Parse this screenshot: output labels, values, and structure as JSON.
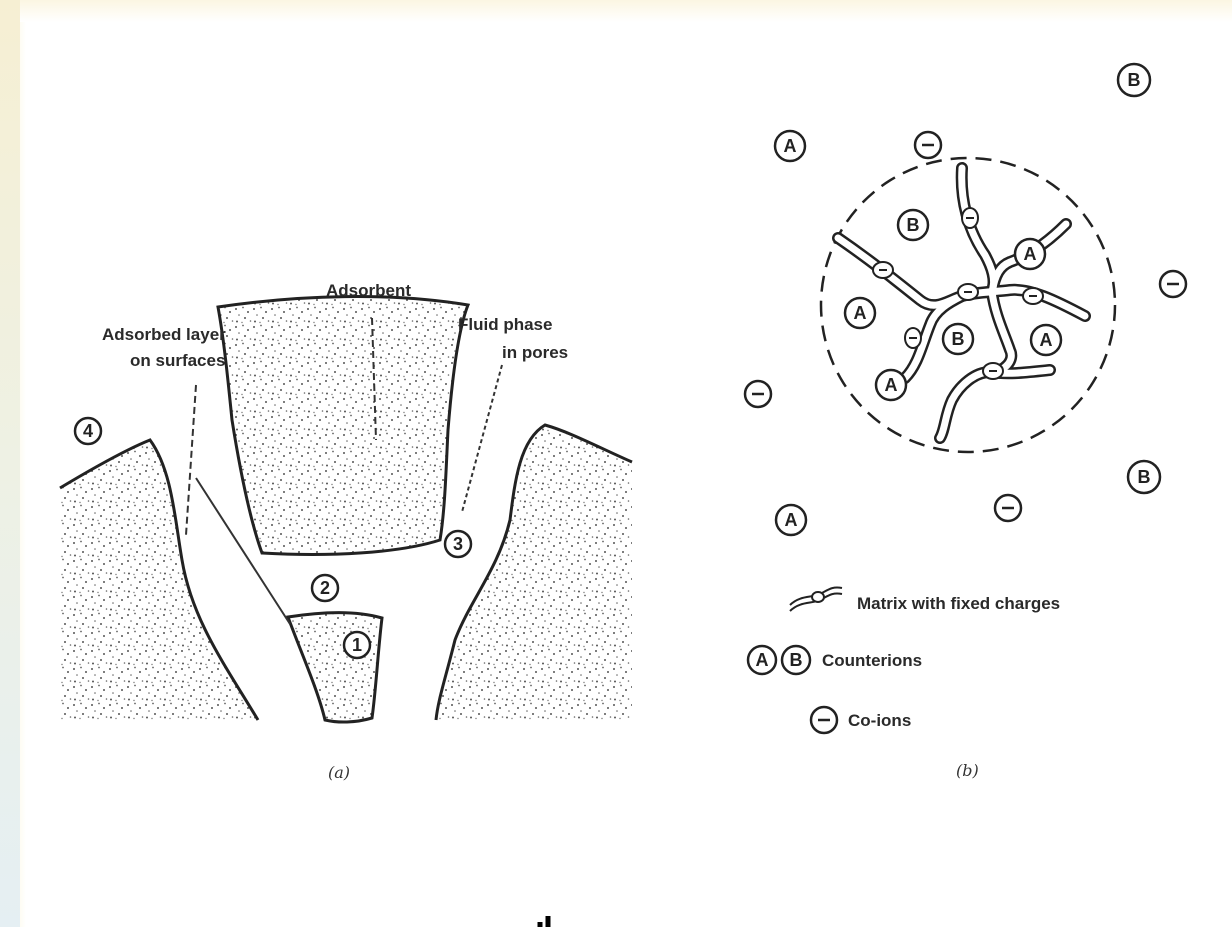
{
  "panel_a": {
    "labels": {
      "adsorbent": "Adsorbent",
      "adsorbed_line1": "Adsorbed layer",
      "adsorbed_line2": "on surfaces",
      "fluid_line1": "Fluid phase",
      "fluid_line2": "in pores"
    },
    "markers": [
      "1",
      "2",
      "3",
      "4"
    ],
    "caption": "(a)"
  },
  "panel_b": {
    "ions": {
      "counterion_a": "A",
      "counterion_b": "B",
      "coion": "−"
    },
    "legend": {
      "matrix": "Matrix with fixed charges",
      "counterions": "Counterions",
      "coions": "Co-ions"
    },
    "caption": "(b)"
  }
}
